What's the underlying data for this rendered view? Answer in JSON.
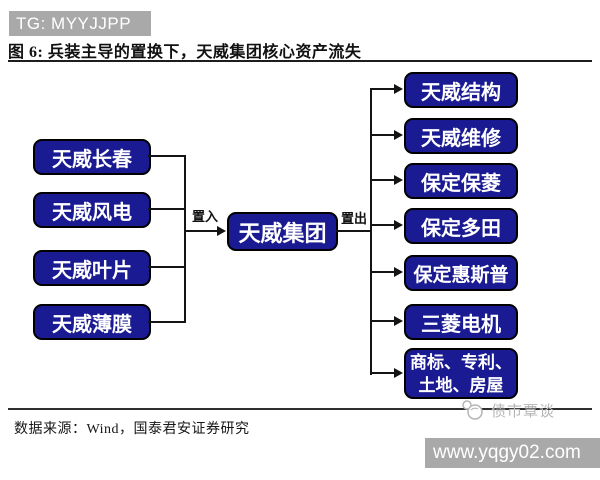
{
  "banner": {
    "text": "TG: MYYJJPP"
  },
  "figure": {
    "title": "图 6: 兵装主导的置换下，天威集团核心资产流失",
    "source": "数据来源：Wind，国泰君安证券研究"
  },
  "diagram": {
    "center": {
      "label": "天威集团"
    },
    "swap_in_label": "置入",
    "swap_out_label": "置出",
    "inputs": [
      "天威长春",
      "天威风电",
      "天威叶片",
      "天威薄膜"
    ],
    "outputs": [
      "天威结构",
      "天威维修",
      "保定保菱",
      "保定多田",
      "保定惠斯普",
      "三菱电机",
      "商标、专利、土地、房屋"
    ]
  },
  "watermark": {
    "brand": "债市覃谈",
    "site": "www.yqgy02.com"
  },
  "colors": {
    "node_fill": "#1a1a92",
    "node_border": "#000000",
    "node_text": "#ffffff",
    "banner_bg": "#a9a9a9",
    "banner_text": "#ffffff",
    "site_bg": "#a9a9a9",
    "site_text": "#ffffff",
    "watermark_gray": "#b5b5b5",
    "line_color": "#141414"
  }
}
